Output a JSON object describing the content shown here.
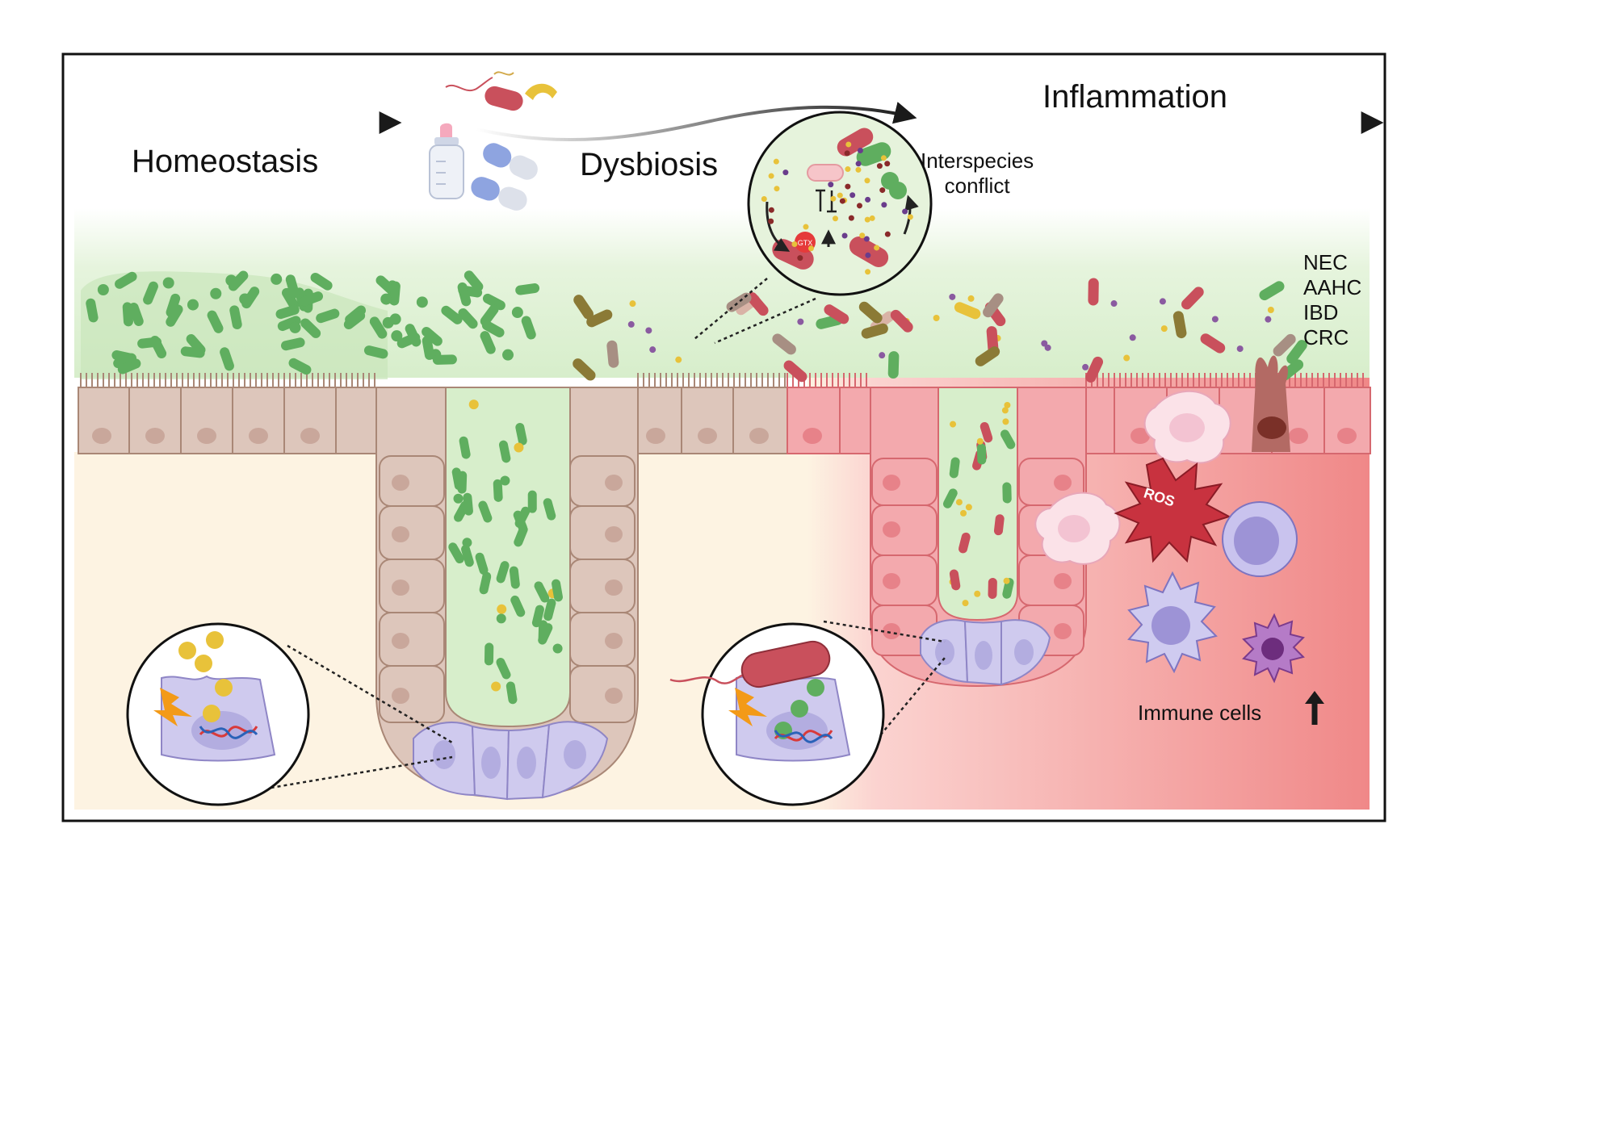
{
  "stages": {
    "homeostasis": "Homeostasis",
    "dysbiosis": "Dysbiosis",
    "inflammation": "Inflammation"
  },
  "labels": {
    "interspecies_conflict": [
      "Interspecies",
      "conflict"
    ],
    "immune_cells": "Immune cells",
    "ros": "ROS",
    "gtx": "GTX"
  },
  "diseases": [
    "NEC",
    "AAHC",
    "IBD",
    "CRC"
  ],
  "colors": {
    "mucus_green": "#d8efce",
    "healthy_epithelium": "#d9c0b4",
    "inflamed_epithelium": "#f2a7ab",
    "stem_cells": "#cdc9ec",
    "lamina_propria": "#fdf3e2",
    "inflamed_tissue": "#f08a8a",
    "commensal_bacteria": "#5fae5f",
    "pathobiont": "#c9505c",
    "metabolite": "#e8c23a",
    "frame": "#111111"
  },
  "icons": [
    "baby-bottle-icon",
    "antibiotic-capsule-icon",
    "bacteria-icon",
    "lightning-icon",
    "dna-icon",
    "immune-cell-icon",
    "up-arrow-icon"
  ]
}
